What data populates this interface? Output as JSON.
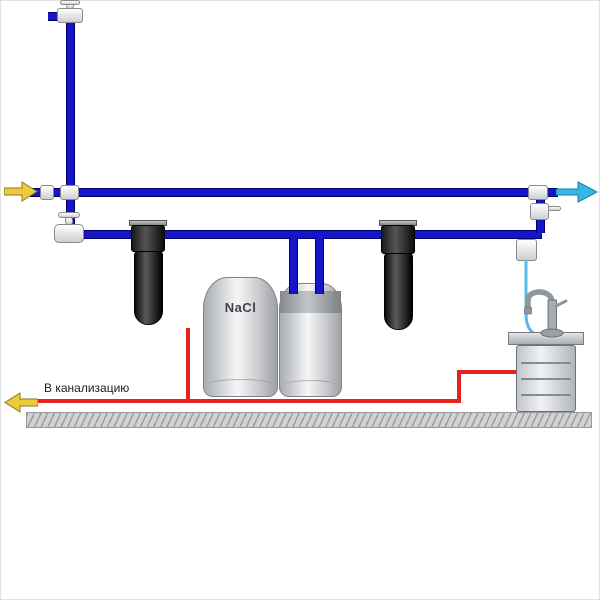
{
  "diagram": {
    "labels": {
      "salt_tank": "NaCl",
      "drain_caption": "В канализацию"
    },
    "colors": {
      "pipe_blue": "#1616c8",
      "pipe_outline": "#00006a",
      "drain_red": "#e8231d",
      "arrow_yellow": "#edc93c",
      "arrow_yellow_outline": "#8a7a20",
      "arrow_cyan": "#38b6e4",
      "arrow_cyan_outline": "#1580a8",
      "tube_cyan": "#58bde8",
      "floor_light": "#d2d2d4",
      "floor_dark": "#9e9ea2"
    },
    "components": [
      "water-inlet-arrow",
      "inlet-tap",
      "main-supply-pipe",
      "branch-pipe",
      "branch-valve",
      "prefilter-housing-1",
      "prefilter-housing-2",
      "brine-tank",
      "softener-tank",
      "treated-water-outlet-arrow",
      "faucet-feed-valve",
      "inline-postfilter",
      "drinking-faucet",
      "undersink-unit",
      "drain-line",
      "sewer-outlet-arrow",
      "floor"
    ]
  }
}
